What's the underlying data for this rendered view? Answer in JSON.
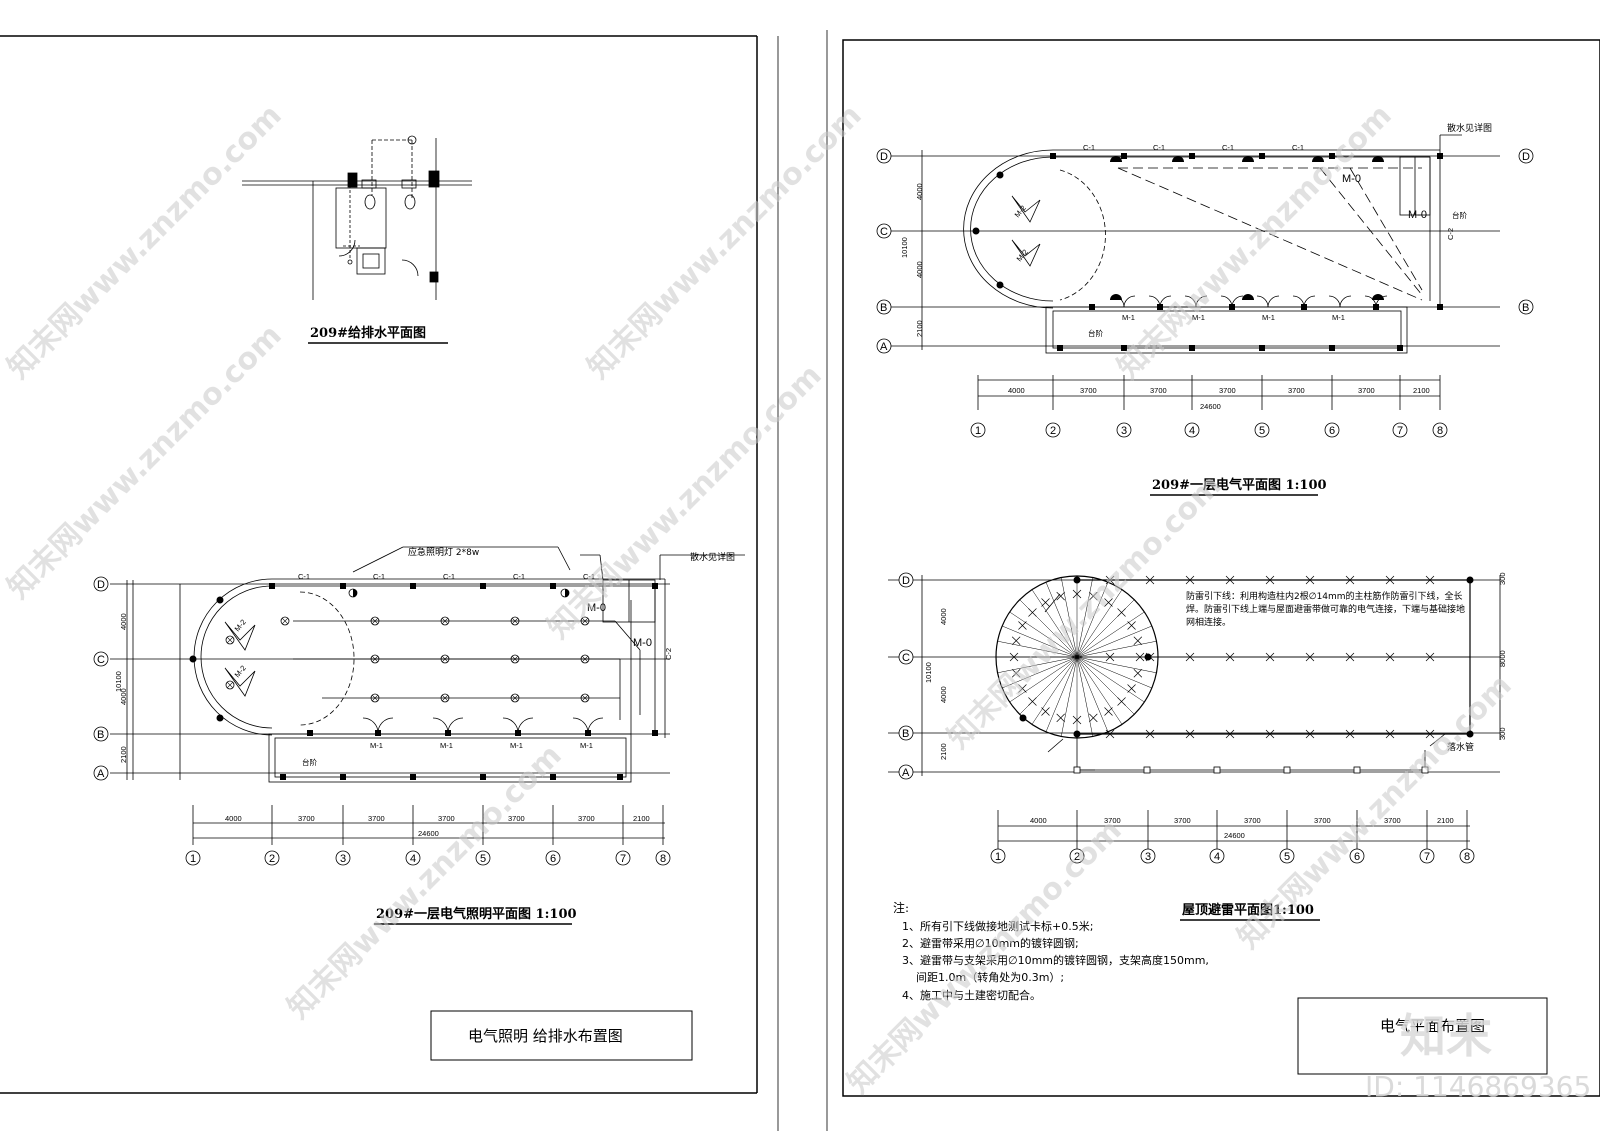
{
  "sheets": {
    "left": {
      "plumbing_title": "209#给排水平面图",
      "lighting_title": "209#一层电气照明平面图 1:100",
      "emergency_label": "应急照明灯  2*8w",
      "drain_label": "散水见详图",
      "title_block": "电气照明 给排水布置图"
    },
    "right": {
      "electric_title": "209#一层电气平面图 1:100",
      "roof_title": "屋顶避雷平面图1:100",
      "drain_label": "散水见详图",
      "step_label": "台阶",
      "downlead_note": "防雷引下线：利用构造柱内2根∅14mm的主柱筋作防雷引下线，全长焊。防雷引下线上端与屋面避雷带做可靠的电气连接，下端与基础接地网相连接。",
      "gutter_label": "落水管",
      "notes_title": "注:",
      "notes": [
        "1、所有引下线做接地测试卡标+0.5米;",
        "2、避雷带采用∅10mm的镀锌圆钢;",
        "3、避雷带与支架采用∅10mm的镀锌圆钢，支架高度150mm,",
        "    间距1.0m（转角处为0.3m）;",
        "4、施工中与土建密切配合。"
      ],
      "title_block": "电气平面布置图",
      "logo_text": "知末",
      "id_text": "ID: 1146869365"
    }
  },
  "grid": {
    "rows": [
      "D",
      "C",
      "B",
      "A"
    ],
    "cols": [
      "1",
      "2",
      "3",
      "4",
      "5",
      "6",
      "7",
      "8"
    ],
    "row_dims": [
      "4000",
      "4000",
      "2100"
    ],
    "row_total": "10100",
    "col_dims": [
      "4000",
      "3700",
      "3700",
      "3700",
      "3700",
      "3700",
      "2100"
    ],
    "col_total": "24600",
    "roof_right_dims": [
      "300",
      "8000",
      "300"
    ]
  },
  "labels": {
    "window": "C-1",
    "window2": "C-2",
    "door1": "M-1",
    "door2": "M-2",
    "door0": "M-0",
    "step": "台阶"
  },
  "watermark": "知末网www.znzmo.com"
}
